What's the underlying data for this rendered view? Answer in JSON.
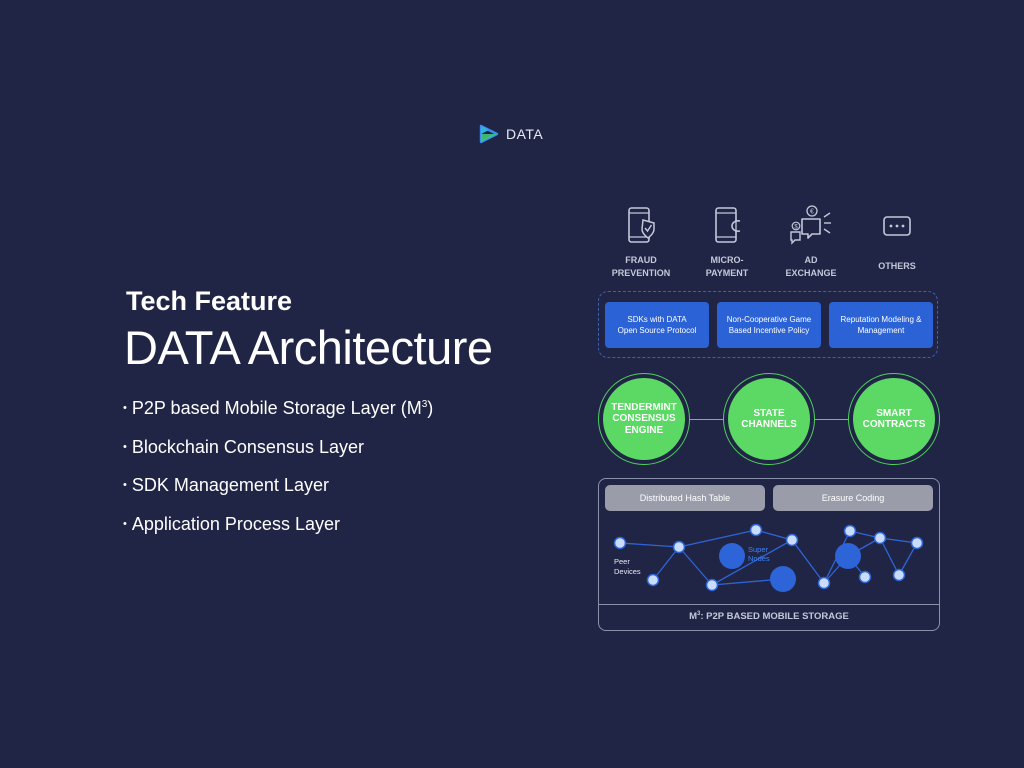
{
  "logo": {
    "text": "DATA",
    "icon": "play-triangle-logo"
  },
  "heading": {
    "subtitle": "Tech Feature",
    "title": "DATA Architecture"
  },
  "bullets": [
    {
      "bullet": "•",
      "text": "P2P based Mobile Storage Layer (M",
      "sup": "3",
      "tail": ")"
    },
    {
      "bullet": "•",
      "text": "Blockchain Consensus Layer"
    },
    {
      "bullet": "•",
      "text": "SDK Management Layer"
    },
    {
      "bullet": "•",
      "text": "Application Process Layer"
    }
  ],
  "diagram": {
    "use_cases": [
      {
        "line1": "FRAUD",
        "line2": "PREVENTION",
        "icon": "phone-shield-icon"
      },
      {
        "line1": "MICRO-",
        "line2": "PAYMENT",
        "icon": "phone-coin-icon"
      },
      {
        "line1": "AD",
        "line2": "EXCHANGE",
        "icon": "chat-currency-icon"
      },
      {
        "line1": "OTHERS",
        "line2": "",
        "icon": "more-dots-icon"
      }
    ],
    "sdk_layer": [
      {
        "line1": "SDKs with DATA",
        "line2": "Open Source Protocol"
      },
      {
        "line1": "Non-Cooperative Game",
        "line2": "Based Incentive Policy"
      },
      {
        "line1": "Reputation Modeling &",
        "line2": "Management"
      }
    ],
    "consensus_layer": [
      {
        "line1": "TENDERMINT",
        "line2": "CONSENSUS",
        "line3": "ENGINE"
      },
      {
        "line1": "STATE",
        "line2": "CHANNELS",
        "line3": ""
      },
      {
        "line1": "SMART",
        "line2": "CONTRACTS",
        "line3": ""
      }
    ],
    "storage_layer": {
      "modules": [
        "Distributed Hash Table",
        "Erasure Coding"
      ],
      "peer_label": {
        "line1": "Peer",
        "line2": "Devices"
      },
      "super_label": {
        "line1": "Super",
        "line2": "Nodes"
      },
      "footer": {
        "prefix": "M",
        "sup": "3",
        "suffix": ": P2P BASED MOBILE STORAGE"
      }
    },
    "colors": {
      "background": "#212545",
      "sdk_blue": "#2b63d6",
      "consensus_green": "#5bd964",
      "module_gray": "#9a9caa",
      "node_fill": "#c9dcfb",
      "edge_blue": "#2d64d8"
    }
  }
}
